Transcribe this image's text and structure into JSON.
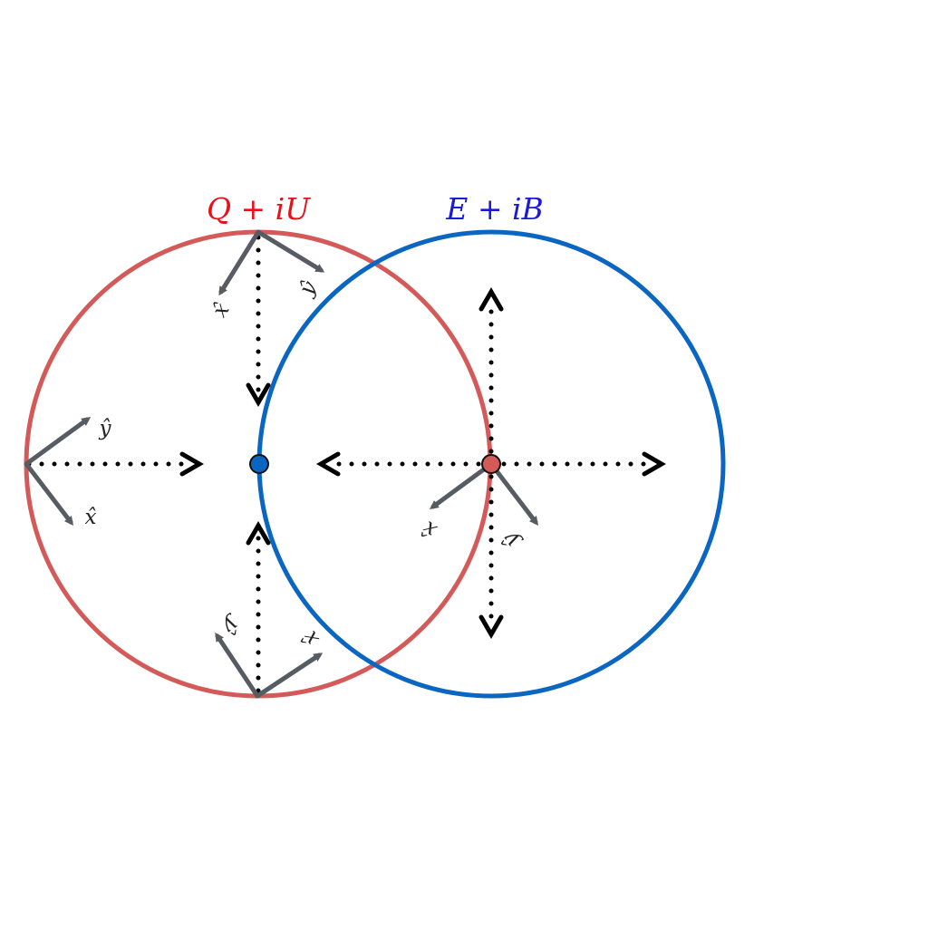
{
  "colors": {
    "qu_circle": "#d45a5a",
    "eb_circle": "#0b66c2",
    "vector": "#575c63",
    "dotted": "#000000",
    "qu_label": "#e8101a",
    "eb_label": "#1a1adb",
    "center_dot": "#0b66c2",
    "mid_dot": "#d45a5a"
  },
  "labels": {
    "qu": "Q + iU",
    "eb": "E + iB",
    "x_hat": "x̂",
    "y_hat": "ŷ"
  },
  "icons": {
    "basis": "basis-vector-arrow",
    "field_arrow": "dotted-arrow"
  }
}
